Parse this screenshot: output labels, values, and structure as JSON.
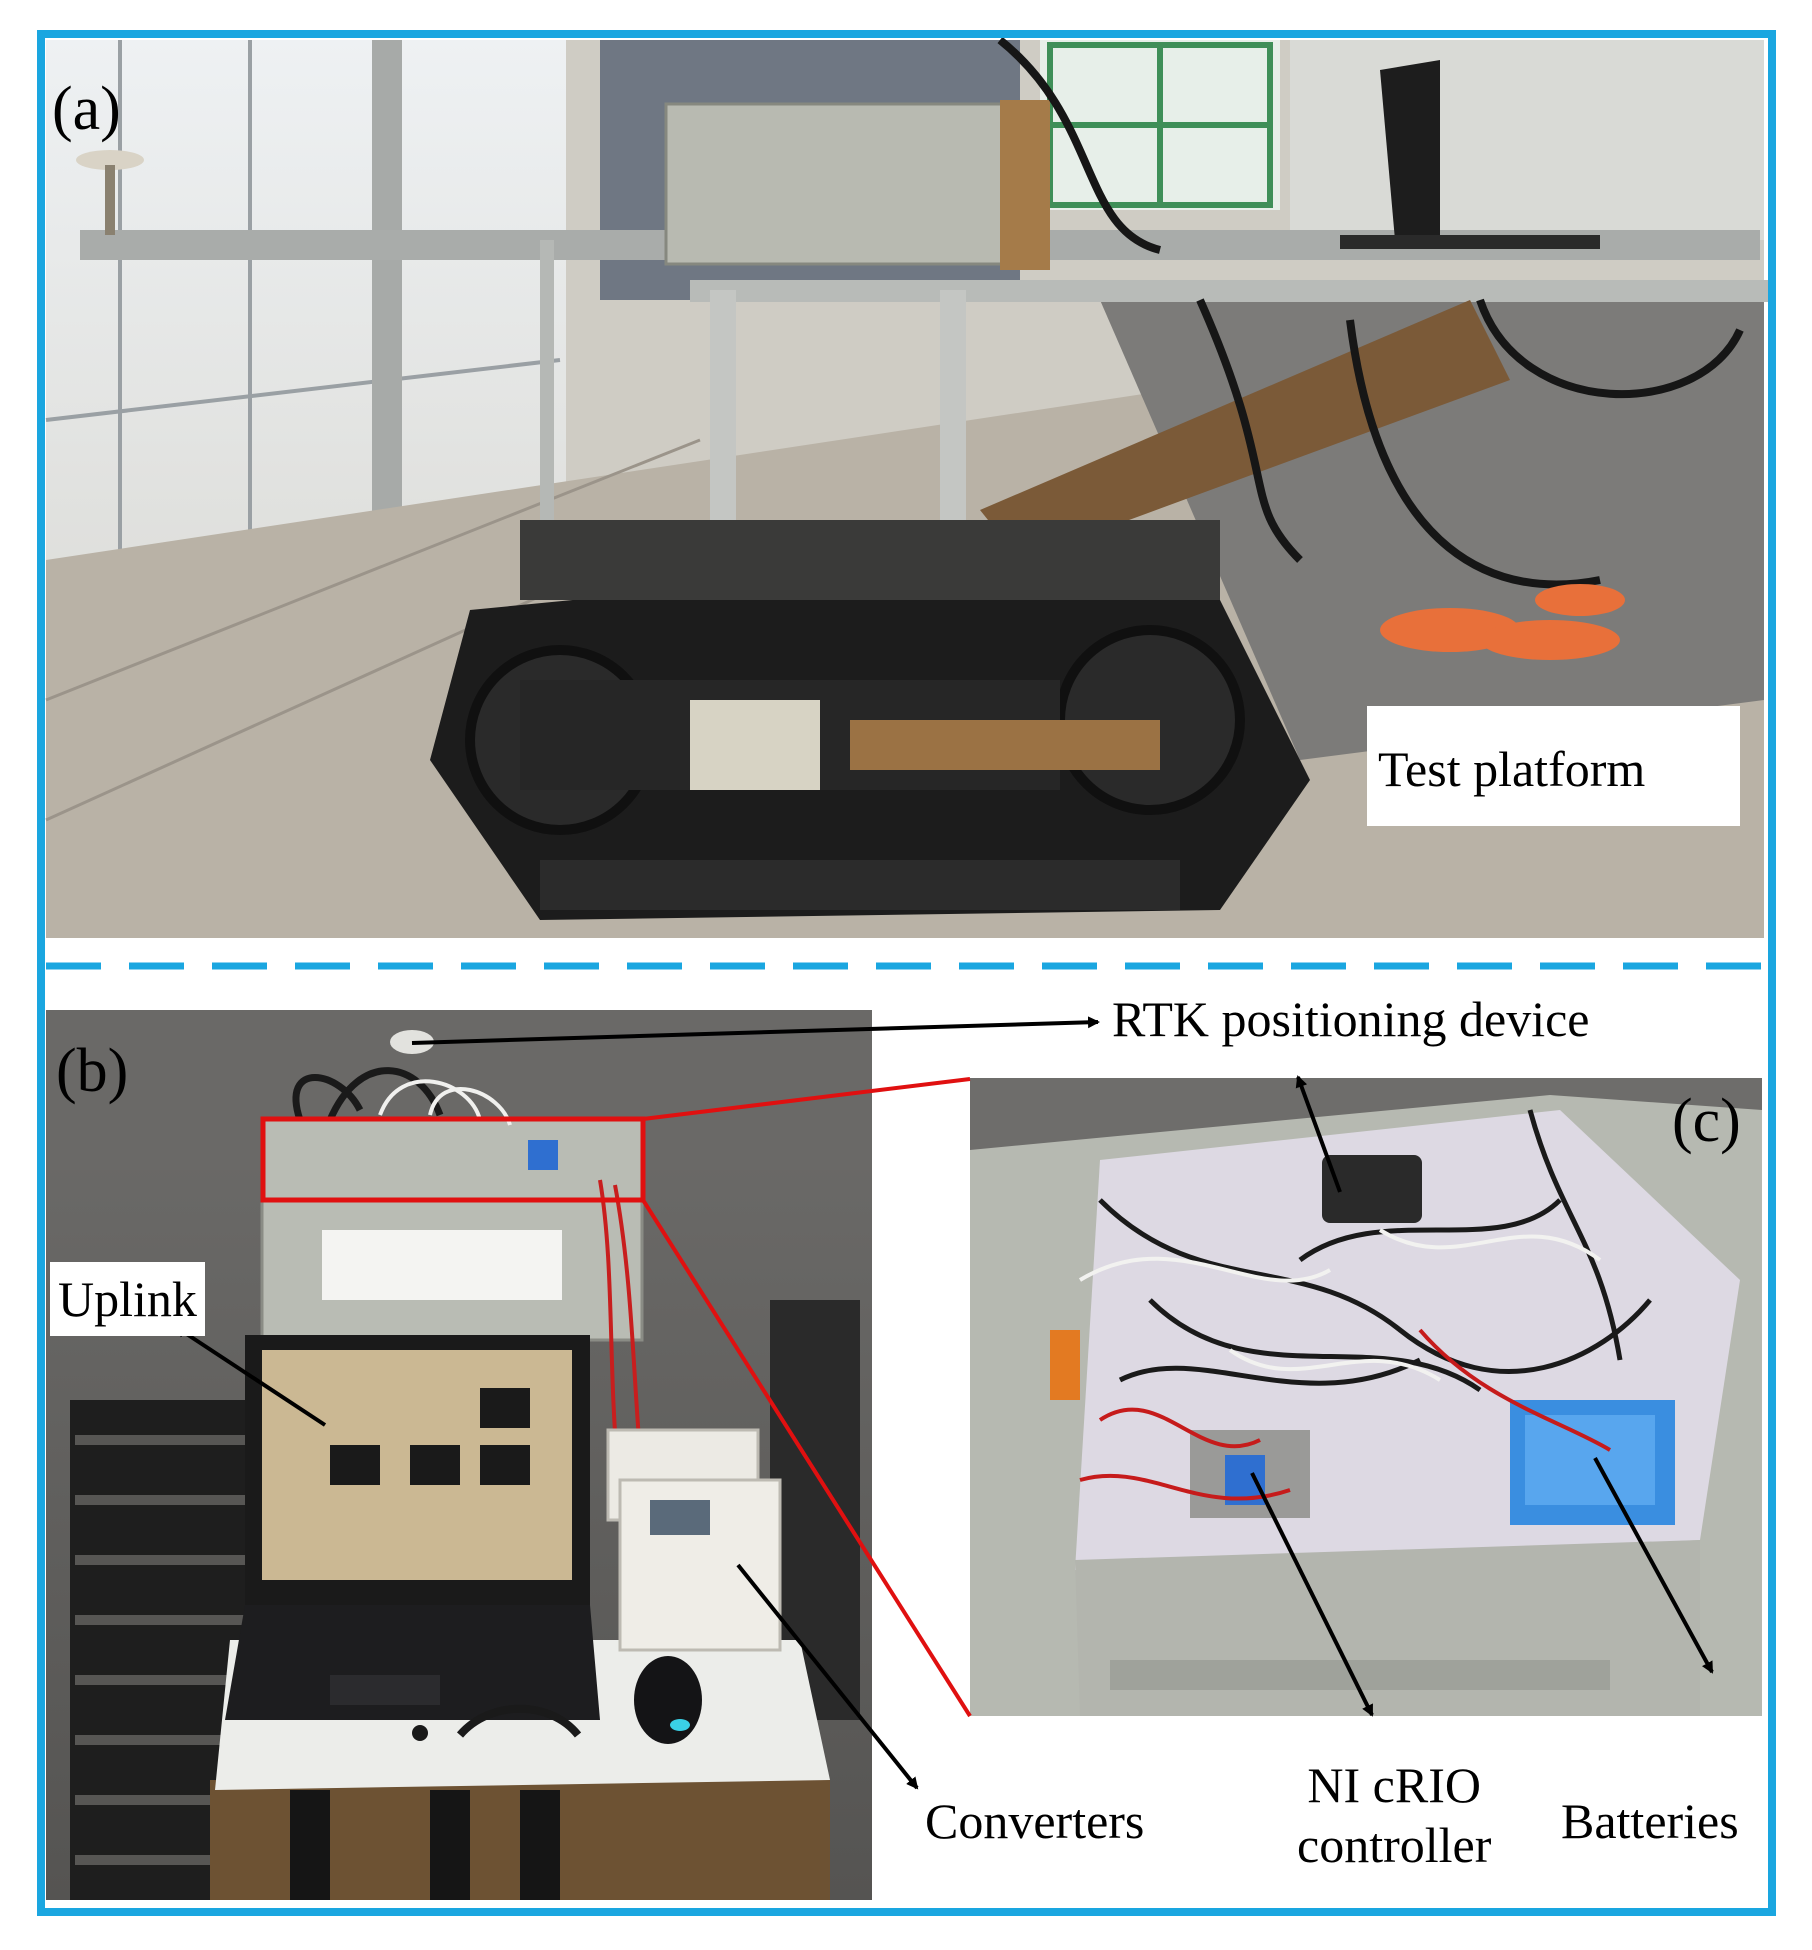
{
  "panels": {
    "a": {
      "tag": "(a)",
      "caption": "Test platform"
    },
    "b": {
      "tag": "(b)"
    },
    "c": {
      "tag": "(c)"
    }
  },
  "callouts": {
    "rtk": "RTK positioning device",
    "uplink": "Uplink",
    "converters": "Converters",
    "ni_line1": "NI cRIO",
    "ni_line2": "controller",
    "batteries": "Batteries"
  },
  "colors": {
    "frame": "#1aa6e0",
    "zoom_outline": "#e01010",
    "arrow": "#000000",
    "ground": "#7a7875",
    "track": "#1c1c1c",
    "enclosure": "#b9bcb4",
    "wood": "#8a6a42"
  }
}
